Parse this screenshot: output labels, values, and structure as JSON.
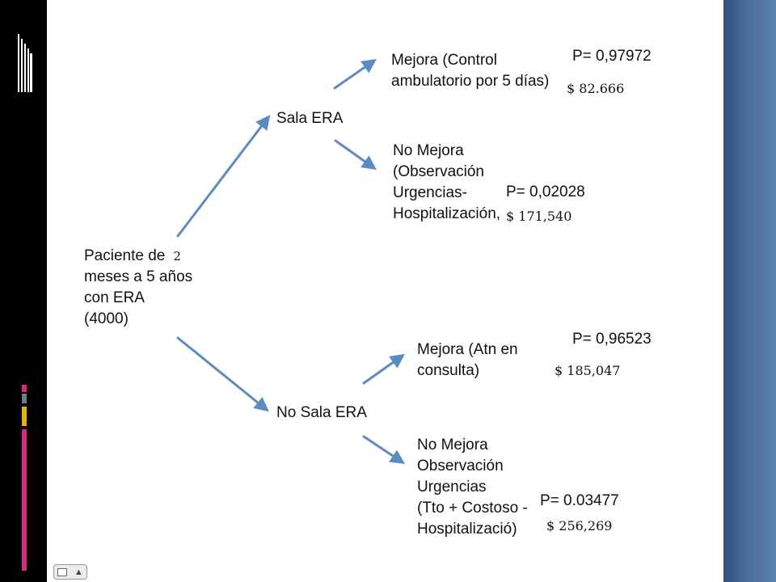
{
  "tree": {
    "root": {
      "lines": [
        "Paciente de",
        "meses a 5 años",
        "con ERA",
        "(4000)"
      ],
      "superscript_note": "2"
    },
    "branches": [
      {
        "label": "Sala ERA",
        "outcomes": [
          {
            "lines": [
              "Mejora (Control",
              "ambulatorio por 5 días)"
            ],
            "probability": "P= 0,97972",
            "cost": "$ 82.666"
          },
          {
            "lines": [
              "No Mejora",
              "(Observación",
              "Urgencias-",
              "Hospitalización,"
            ],
            "probability": "P= 0,02028",
            "cost": "$ 171,540"
          }
        ]
      },
      {
        "label": "No Sala ERA",
        "outcomes": [
          {
            "lines": [
              "Mejora (Atn en",
              "consulta)"
            ],
            "probability": "P= 0,96523",
            "cost": "$ 185,047"
          },
          {
            "lines": [
              "No Mejora",
              "Observación",
              "Urgencias",
              "(Tto + Costoso -",
              "Hospitalizació)"
            ],
            "probability": "P= 0.03477",
            "cost": "$ 256,269"
          }
        ]
      }
    ]
  },
  "colors": {
    "arrow": "#5b8bc4",
    "accent_pink": "#d42a7f",
    "accent_gold": "#e4b20b",
    "accent_gray": "#6d7e8f",
    "side_panel": "#4a6f9f"
  },
  "controls": {
    "slide_menu_icon": "slide-menu-icon"
  }
}
